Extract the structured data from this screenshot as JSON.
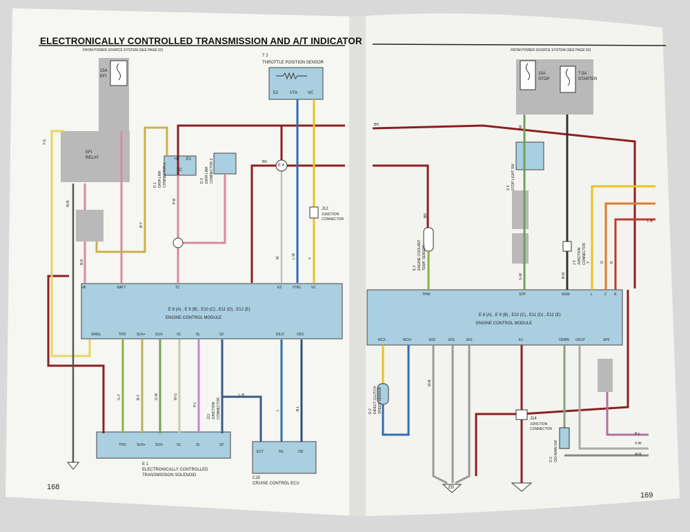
{
  "left_page": {
    "title": "ELECTRONICALLY CONTROLLED TRANSMISSION AND A/T INDICATOR",
    "power_note": "FROM POWER SOURCE SYSTEM (SEE PAGE 52)",
    "page_number": "168",
    "fuse": {
      "name": "15A",
      "sub": "EFI"
    },
    "relay": {
      "name": "EFI",
      "sub": "RELAY"
    },
    "sensor": {
      "code": "T 2",
      "name": "THROTTLE POSITION SENSOR",
      "pins": [
        "E2",
        "VTA",
        "VC"
      ]
    },
    "dlc1": {
      "code": "D 1",
      "name": "DATA LINK",
      "sub": "CONNECTOR 1",
      "pins": [
        "+B",
        "E1",
        "TC"
      ]
    },
    "dlc3": {
      "code": "D 3",
      "name": "DATA LINK",
      "sub": "CONNECTOR 3"
    },
    "junction": {
      "code": "J12",
      "name": "JUNCTION",
      "sub": "CONNECTOR"
    },
    "junction13": {
      "code": "J13",
      "name": "JUNCTION",
      "sub": "CONNECTOR"
    },
    "e4": "E 4",
    "ecm_label": "ENGINE CONTROL MODULE",
    "ecm_connectors": "E 8 (A) , E 9 (B) , E10 (C) , E11 (D) , E12 (E)",
    "ecm_top_pins": [
      "+B",
      "BATT",
      "TC",
      "E2",
      "VTA1",
      "VC"
    ],
    "ecm_bottom_pins": [
      "SRIEL",
      "THO",
      "SLN+",
      "SLN-",
      "S1",
      "SL",
      "S2",
      "IDLO",
      "OD1"
    ],
    "solenoid": {
      "code": "E 1",
      "name": "ELECTRONICALLY CONTROLLED",
      "sub": "TRANSMISSION SOLENOID",
      "pins": [
        "THO",
        "SLN+",
        "SLN-",
        "S1",
        "SL",
        "S2"
      ]
    },
    "cruise": {
      "code": "C15",
      "name": "CRUISE CONTROL ECU",
      "pins": [
        "ECT",
        "IDL",
        "OD"
      ]
    },
    "wire_labels": [
      "Y-G",
      "W-B",
      "B-R",
      "B-Y",
      "P-B",
      "BR",
      "W",
      "L-W",
      "Y",
      "G-Y",
      "B-Y",
      "G-W",
      "W-G",
      "P-L",
      "L-B",
      "L",
      "B-L"
    ]
  },
  "right_page": {
    "power_note": "FROM POWER SOURCE SYSTEM (SEE PAGE 52)",
    "page_number": "169",
    "fuse_stop": {
      "name": "15A",
      "sub": "STOP"
    },
    "fuse_starter": {
      "name": "7.5A",
      "sub": "STARTER"
    },
    "stop_switch": {
      "code": "S 6",
      "name": "STOP LIGHT SW"
    },
    "temp_sensor": {
      "code": "E 2",
      "name": "ENGINE COOLANT",
      "sub": "TEMP. SENSOR"
    },
    "junction": {
      "code": "J 6",
      "name": "JUNCTION",
      "sub": "CONNECTOR"
    },
    "junction14": {
      "code": "J14",
      "name": "JUNCTION",
      "sub": "CONNECTOR"
    },
    "speed_sensor": {
      "code": "D 2",
      "name": "DIRECT CLUTCH",
      "sub": "SPEED SENSOR"
    },
    "od_switch": {
      "code": "O 2",
      "name": "O/D MAIN SW"
    },
    "ecm_label": "ENGINE CONTROL MODULE",
    "ecm_connectors": "E 8 (A) , E 9 (B) , E10 (C) , E11 (D) , E12 (E)",
    "ecm_top_pins": [
      "THW",
      "STP",
      "NSW",
      "L",
      "2",
      "R"
    ],
    "ecm_bottom_pins": [
      "NC2-",
      "NC2+",
      "E03",
      "E02",
      "E01",
      "E1",
      "ODMS",
      "ODLP",
      "SP2"
    ],
    "ground": "EB",
    "wire_labels": [
      "BR",
      "W",
      "BR",
      "G-W",
      "B-W",
      "Y",
      "O",
      "R",
      "W-B",
      "L-B",
      "R-L",
      "V-W",
      "W-B"
    ]
  },
  "colors": {
    "paper": "#f4f4f0",
    "box": "#a9cfe0",
    "red": "#8b1f1f",
    "blue": "#2e6fb5",
    "yellow": "#e8c320",
    "pink": "#d98aa0",
    "green": "#6fa05a",
    "orange": "#e07a2a"
  }
}
